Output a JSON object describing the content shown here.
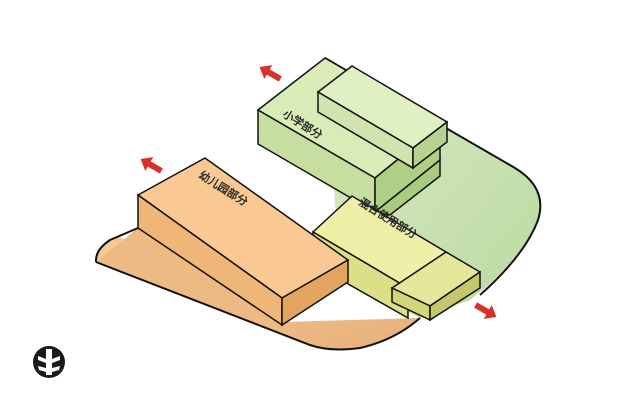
{
  "labels": {
    "primary_school": "小学部分",
    "kindergarten": "幼儿园部分",
    "mixed_use": "混合使用部分"
  },
  "colors": {
    "kindergarten_top": "#FAC993",
    "kindergarten_site": "#F2C58F",
    "primary_top": "#D9ECB7",
    "primary_site": "#CFE3B3",
    "mixed_top": "#EEF0A8",
    "arrow": "#D9302B",
    "outline": "#111111"
  },
  "icons": {
    "arrows": [
      "arrow-northwest-icon",
      "arrow-northwest-icon",
      "arrow-southeast-icon"
    ],
    "logo": "north-compass-logo-icon"
  }
}
